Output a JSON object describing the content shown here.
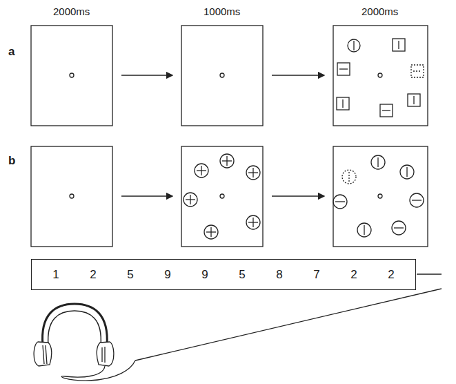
{
  "diagram": {
    "nodes": [
      {
        "text": [
          "1",
          "2",
          "5",
          "9",
          "9",
          "5",
          "8",
          "7",
          "2",
          "2"
        ]
      }
    ],
    "labels": [
      "2000ms",
      "1000ms",
      "2000ms",
      "a",
      "b"
    ]
  }
}
